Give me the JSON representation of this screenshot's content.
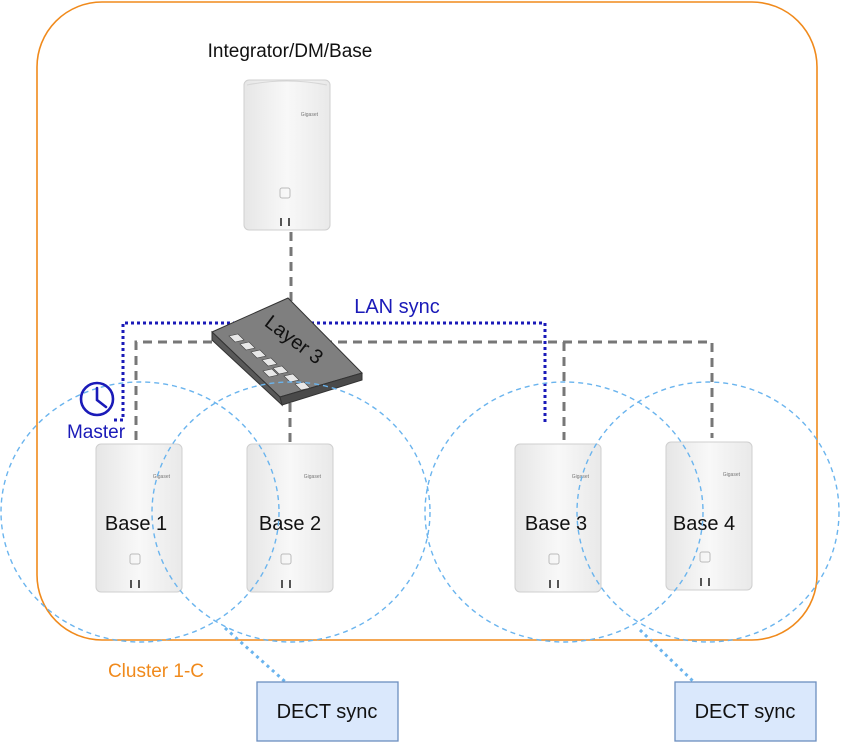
{
  "colors": {
    "cluster_border": "#f08a1c",
    "cluster_label": "#f08a1c",
    "lan_sync": "#1a1ab8",
    "master": "#1a1ab8",
    "dect_coverage": "#6ab4ee",
    "cabling": "#777777",
    "dect_box_fill": "#dae8fc",
    "dect_box_border": "#6c8ebf",
    "device_body": "#f2f2f2",
    "text": "#111111"
  },
  "integrator": {
    "label": "Integrator/DM/Base",
    "brand": "Gigaset"
  },
  "switch": {
    "label": "Layer 3"
  },
  "lan_sync": {
    "label": "LAN sync"
  },
  "master": {
    "label": "Master",
    "icon": "clock-icon"
  },
  "cluster": {
    "label": "Cluster 1-C"
  },
  "bases": [
    {
      "label": "Base 1",
      "brand": "Gigaset"
    },
    {
      "label": "Base 2",
      "brand": "Gigaset"
    },
    {
      "label": "Base 3",
      "brand": "Gigaset"
    },
    {
      "label": "Base 4",
      "brand": "Gigaset"
    }
  ],
  "dect_sync": [
    {
      "label": "DECT sync"
    },
    {
      "label": "DECT sync"
    }
  ]
}
